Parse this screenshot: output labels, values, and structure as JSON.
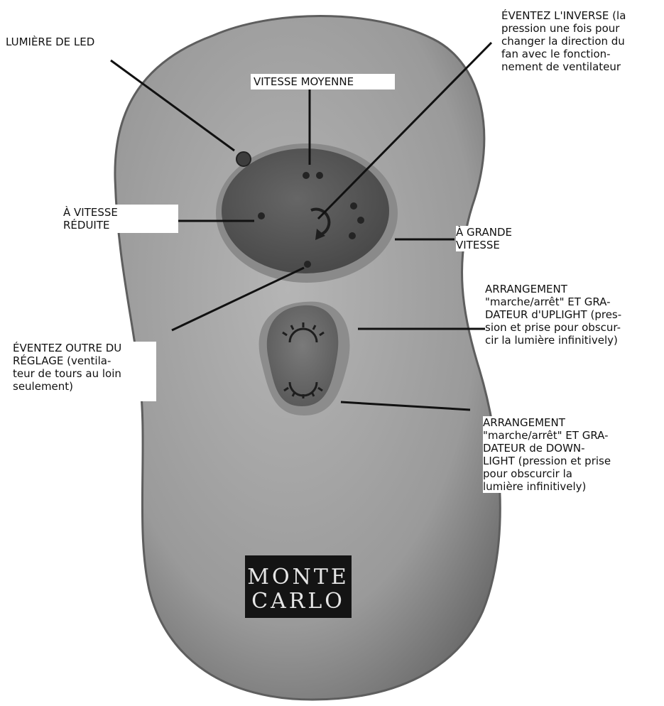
{
  "labels": {
    "led_light": "LUMIÈRE DE LED",
    "medium_speed": "VITESSE MOYENNE",
    "fan_reverse": "ÉVENTEZ L'INVERSE (la\npression une fois pour\nchanger la direction du\nfan avec le fonction-\nnement de ventilateur",
    "low_speed": "À VITESSE\nRÉDUITE",
    "high_speed": "À GRANDE\nVITESSE",
    "fan_off": "ÉVENTEZ OUTRE DU\nRÉGLAGE (ventila-\nteur de tours au loin\nseulement)",
    "uplight": "ARRANGEMENT\n\"marche/arrêt\" ET GRA-\nDATEUR d'UPLIGHT (pres-\nsion et prise pour obscur-\ncir la lumière infinitively)",
    "downlight": "ARRANGEMENT\n\"marche/arrêt\" ET GRA-\nDATEUR de DOWN-\nLIGHT (pression et prise\npour obscurcir la\nlumière infinitively)"
  },
  "logo": {
    "line1": "MONTE",
    "line2": "CARLO"
  },
  "colors": {
    "remote_body": "#9a9a9a",
    "remote_edge": "#5e5e5e",
    "fan_pad": "#555555",
    "light_pad": "#686868",
    "logo_bg": "#141414",
    "leader": "#111111"
  },
  "icons": {
    "reverse_button": "rotate-arrow-icon",
    "uplight_button": "sun-up-icon",
    "downlight_button": "sun-down-icon"
  }
}
